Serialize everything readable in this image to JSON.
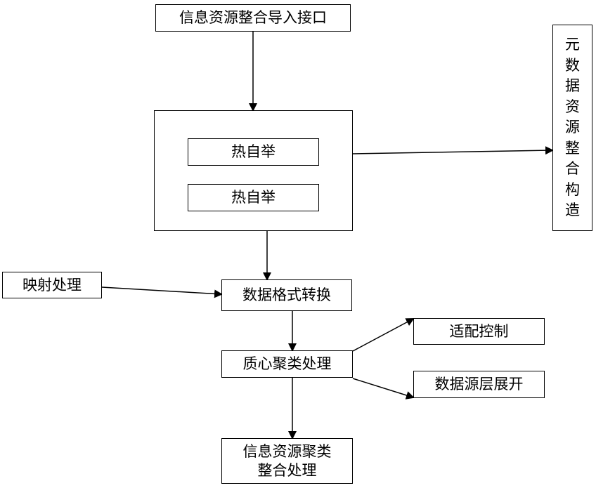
{
  "nodes": {
    "import_interface": "信息资源整合导入接口",
    "hot_item_1": "热自举",
    "hot_item_2": "热自举",
    "mapping": "映射处理",
    "format_conversion": "数据格式转换",
    "clustering": "质心聚类处理",
    "adapt_control": "适配控制",
    "source_layer_expand": "数据源层展开",
    "final_line1": "信息资源聚类",
    "final_line2": "整合处理",
    "metadata_construction_chars": [
      "元",
      "数",
      "据",
      "资",
      "源",
      "整",
      "合",
      "构",
      "造"
    ]
  }
}
